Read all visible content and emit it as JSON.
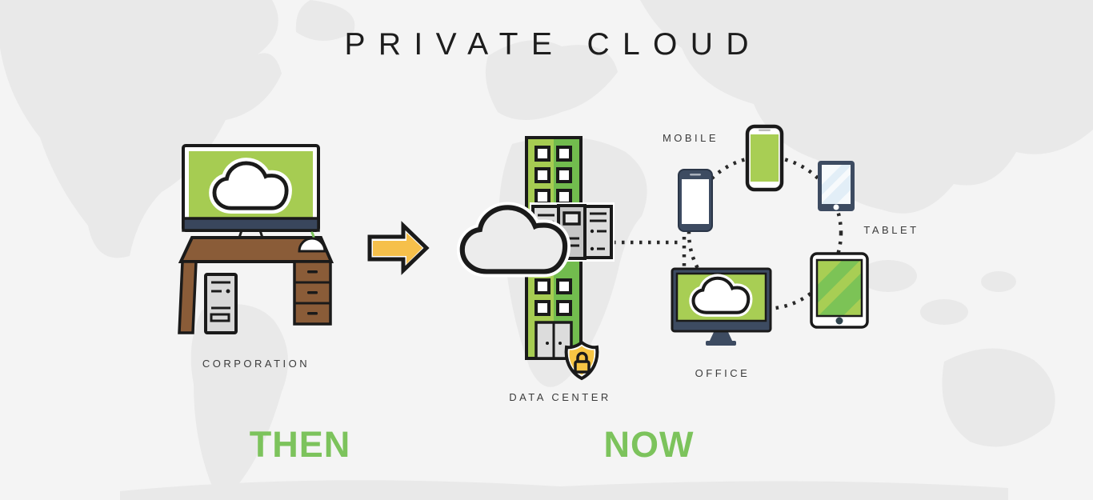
{
  "title": "PRIVATE CLOUD",
  "sections": {
    "then": {
      "heading": "THEN",
      "corporation_label": "CORPORATION"
    },
    "now": {
      "heading": "NOW",
      "data_center_label": "DATA CENTER",
      "mobile_label": "MOBILE",
      "tablet_label": "TABLET",
      "office_label": "OFFICE"
    }
  },
  "icons": {
    "then": [
      "desktop-monitor-icon",
      "cloud-icon",
      "desk-icon",
      "computer-tower-icon",
      "mouse-icon"
    ],
    "transition": [
      "arrow-right-icon"
    ],
    "now": [
      "building-icon",
      "server-rack-icon",
      "cloud-icon",
      "shield-lock-icon",
      "smartphone-icon",
      "tablet-icon",
      "desktop-monitor-icon"
    ]
  },
  "colors": {
    "background": "#f4f4f4",
    "map_gray": "#e9e9e9",
    "accent_green_text": "#7cc35c",
    "screen_green": "#a6cc52",
    "building_green_dark": "#72bc4e",
    "navy": "#3d4b61",
    "desk_brown": "#8a5c38",
    "arrow_yellow": "#f6c04b",
    "shield_yellow": "#f6c544",
    "outline": "#1a1a1a"
  }
}
